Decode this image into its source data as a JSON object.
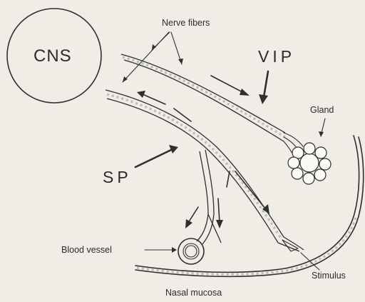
{
  "labels": {
    "cns": "CNS",
    "nerve_fibers": "Nerve fibers",
    "vip": "VIP",
    "gland": "Gland",
    "sp": "SP",
    "blood_vessel": "Blood vessel",
    "stimulus": "Stimulus",
    "nasal_mucosa": "Nasal  mucosa"
  }
}
